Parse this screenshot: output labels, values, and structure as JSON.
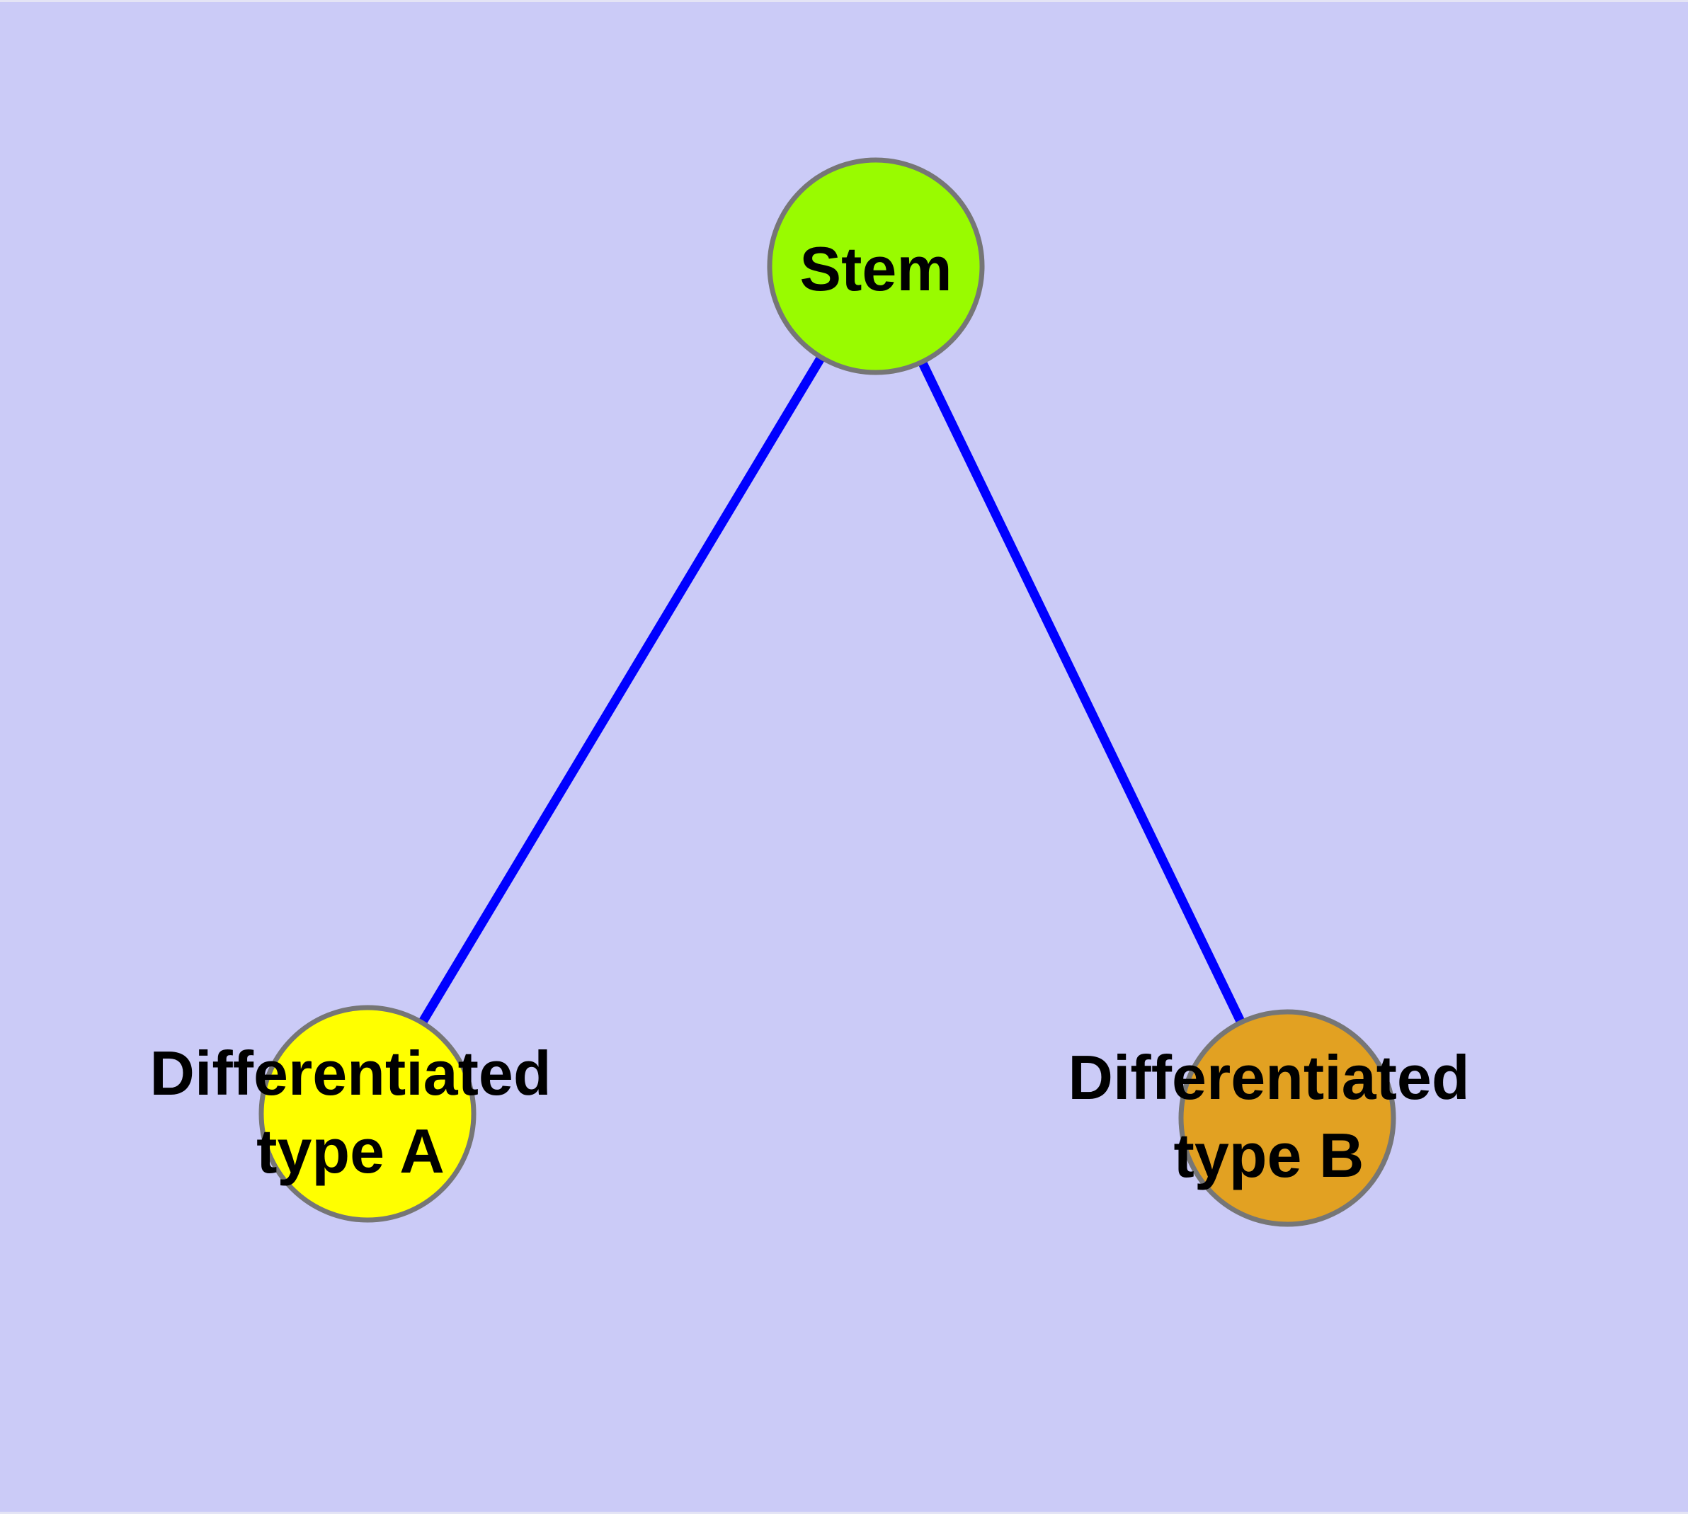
{
  "canvas": {
    "background_color": "#CBCBF7",
    "edge_strip_color": "#E4E4F5"
  },
  "graph": {
    "edge_color": "#0000FF",
    "node_border_color": "#767676",
    "label_color": "#000000",
    "nodes": {
      "stem": {
        "label": "Stem",
        "fill": "#99FB00"
      },
      "type_a": {
        "label_line1": "Differentiated",
        "label_line2": "type A",
        "fill": "#FFFF00"
      },
      "type_b": {
        "label_line1": "Differentiated",
        "label_line2": "type B",
        "fill": "#E2A122"
      }
    },
    "edges": [
      {
        "from": "Stem",
        "to": "Differentiated type A"
      },
      {
        "from": "Stem",
        "to": "Differentiated type B"
      }
    ]
  }
}
